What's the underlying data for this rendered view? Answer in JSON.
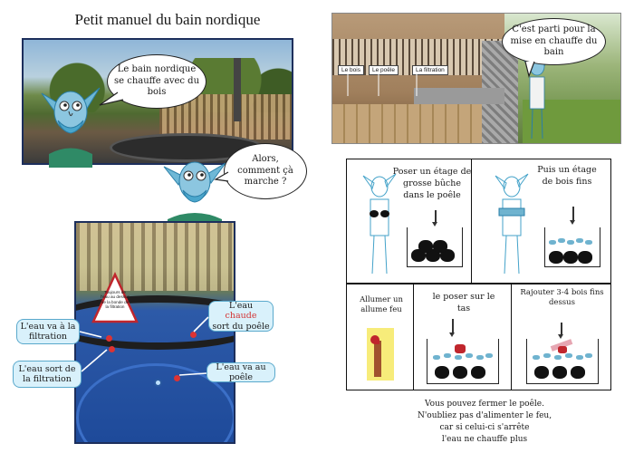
{
  "title": "Petit manuel du bain nordique",
  "bubbles": {
    "b1": "Le bain nordique se chauffe avec du bois",
    "b2": "Alors, comment çà marche ?",
    "b3": "C'est parti pour la mise en chauffe du bain"
  },
  "photo2_tags": [
    "Le bois",
    "Le poêle",
    "La filtration"
  ],
  "water_labels": {
    "warning": "Toujours de l'eau au dessus de la bonde de la filtration",
    "eau_va_filtration": "L'eau va à la filtration",
    "eau_sort_filtration": "L'eau sort de la filtration",
    "eau_chaude_prefix": "L'eau ",
    "eau_chaude_word": "chaude",
    "eau_chaude_suffix": "sort du poêle",
    "eau_va_poele": "L'eau va au poêle"
  },
  "panels": {
    "p1": "Poser un étage de grosse bûche dans le poêle",
    "p2": "Puis un étage de bois fins",
    "p3": "Allumer un allume feu",
    "p4": "le poser sur le tas",
    "p5": "Rajouter 3-4 bois fins dessus"
  },
  "bottom_text": [
    "Vous pouvez fermer le poêle.",
    "N'oubliez pas d'alimenter le feu,",
    "car si celui-ci s'arrête",
    "l'eau ne chauffe plus"
  ],
  "colors": {
    "frame": "#1d2f5c",
    "accent_red": "#d33333",
    "label_bg": "#d9f1fb",
    "elf_line": "#43a2c9"
  }
}
